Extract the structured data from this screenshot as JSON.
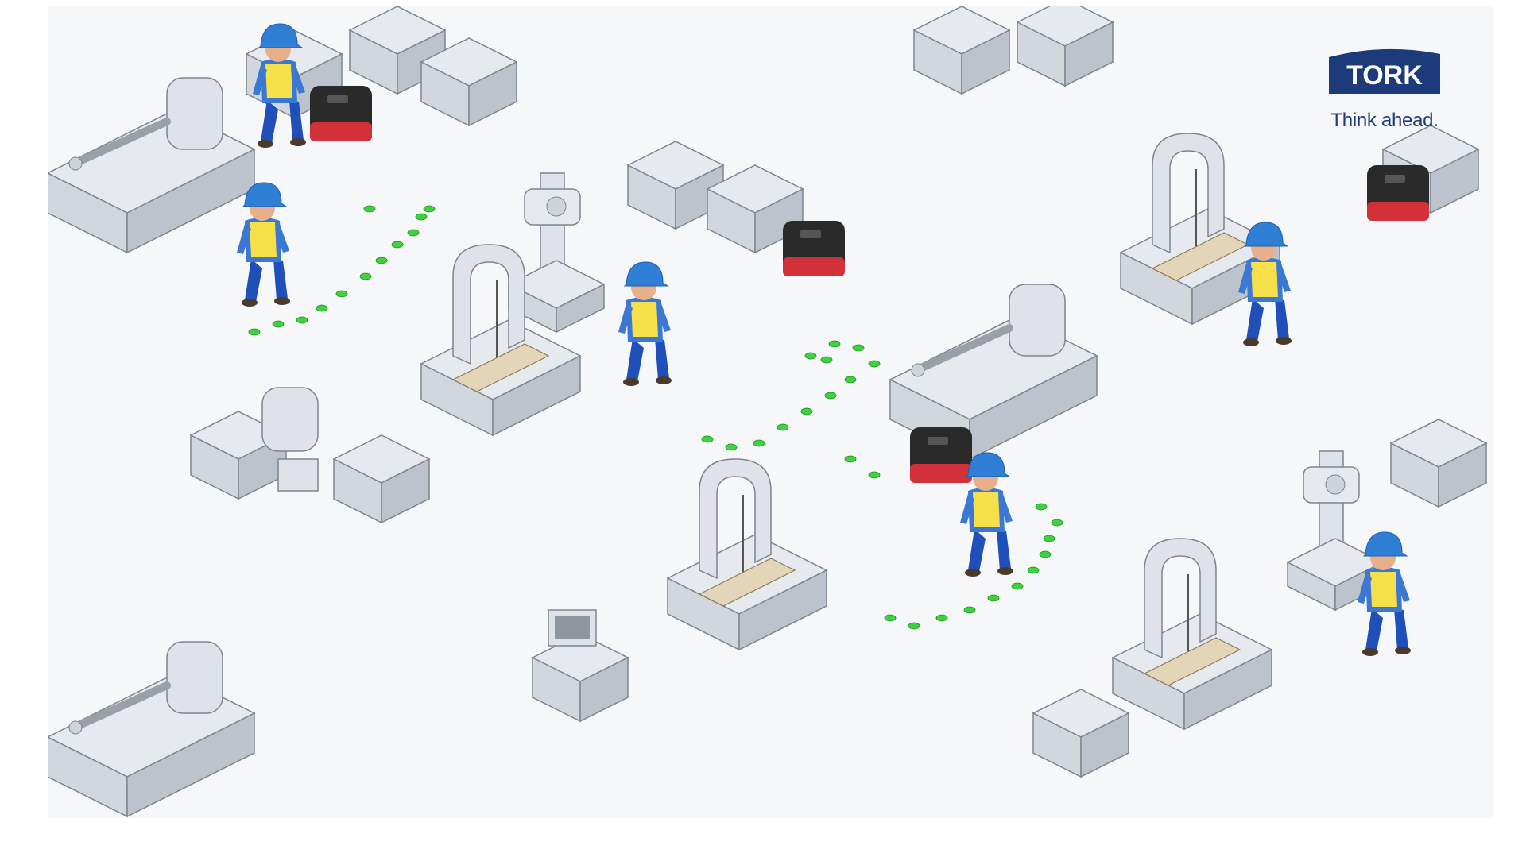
{
  "scene": {
    "description_free": true,
    "colors": {
      "floor": "#f6f7f9",
      "machine": "#dde1e7",
      "machine_side": "#c4cad2",
      "machine_edge": "#7d858f",
      "wood": "#e3d5b8",
      "helmet": "#2f7fd6",
      "vest": "#f5e04a",
      "shirt": "#3a78d4",
      "trousers": "#1f4fb8",
      "skin": "#e7b08a",
      "dispenser": "#2a2a2a",
      "dispenser_accent": "#d3313a",
      "footprint": "#3fd13f"
    },
    "icons": [
      "worker-figure",
      "band-saw",
      "lathe",
      "drill-press",
      "milling-machine",
      "paper-towel-dispenser",
      "footprint-trail"
    ]
  },
  "brand": {
    "logo_text": "TORK",
    "tagline": "Think ahead.",
    "colors": {
      "navy": "#1d3a7a",
      "white": "#ffffff"
    }
  }
}
